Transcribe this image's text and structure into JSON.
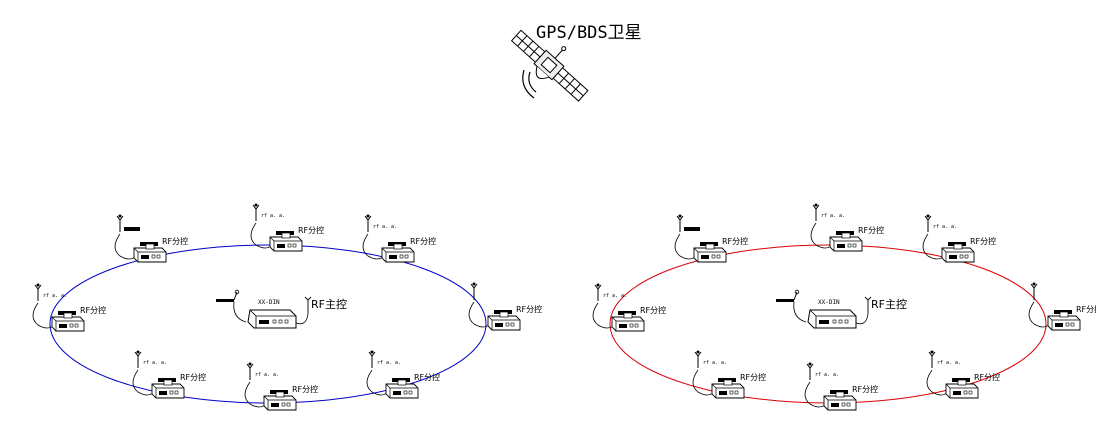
{
  "satellite": {
    "label": "GPS/BDS卫星",
    "icon": "satellite-icon"
  },
  "networks": [
    {
      "ring_color": "#0000cc",
      "master": {
        "device_label": "XX-DIN",
        "role_label": "RF主控",
        "icon": "master-controller-icon"
      },
      "nodes": [
        {
          "label": "RF分控",
          "antenna_text": "",
          "has_antenna_box": true
        },
        {
          "label": "RF分控",
          "antenna_text": "rf a. a.",
          "has_antenna_box": false
        },
        {
          "label": "RF分控",
          "antenna_text": "rf a. a.",
          "has_antenna_box": false
        },
        {
          "label": "RF分控",
          "antenna_text": "",
          "has_antenna_box": false
        },
        {
          "label": "RF分控",
          "antenna_text": "rf a. a.",
          "has_antenna_box": false
        },
        {
          "label": "RF分控",
          "antenna_text": "rf a. a.",
          "has_antenna_box": false
        },
        {
          "label": "RF分控",
          "antenna_text": "rf a. a.",
          "has_antenna_box": false
        },
        {
          "label": "RF分控",
          "antenna_text": "rf a. a.",
          "has_antenna_box": false
        }
      ]
    },
    {
      "ring_color": "#dd0000",
      "master": {
        "device_label": "XX-DIN",
        "role_label": "RF主控",
        "icon": "master-controller-icon"
      },
      "nodes": [
        {
          "label": "RF分控",
          "antenna_text": "",
          "has_antenna_box": true
        },
        {
          "label": "RF分控",
          "antenna_text": "rf a. a.",
          "has_antenna_box": false
        },
        {
          "label": "RF分控",
          "antenna_text": "rf a. a.",
          "has_antenna_box": false
        },
        {
          "label": "RF分控",
          "antenna_text": "",
          "has_antenna_box": false
        },
        {
          "label": "RF分控",
          "antenna_text": "rf a. a.",
          "has_antenna_box": false
        },
        {
          "label": "RF分控",
          "antenna_text": "rf a. a.",
          "has_antenna_box": false
        },
        {
          "label": "RF分控",
          "antenna_text": "rf a. a.",
          "has_antenna_box": false
        },
        {
          "label": "RF分控",
          "antenna_text": "rf a. a.",
          "has_antenna_box": false
        }
      ]
    }
  ]
}
